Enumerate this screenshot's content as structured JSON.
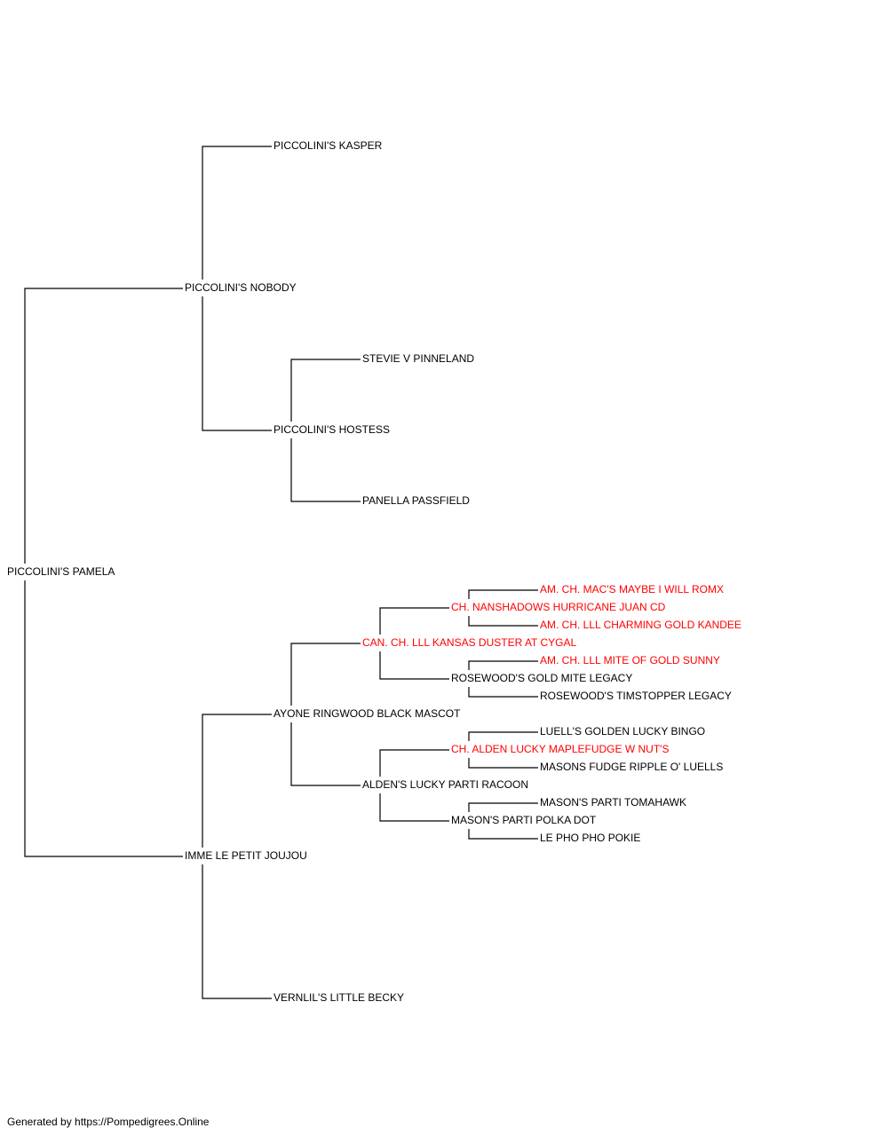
{
  "colors": {
    "normal": "#000000",
    "champion": "#ff0000",
    "line": "#000000"
  },
  "pedigree": {
    "name": "PICCOLINI'S PAMELA",
    "champion": false,
    "sire": {
      "name": "PICCOLINI'S NOBODY",
      "champion": false,
      "sire": {
        "name": "PICCOLINI'S KASPER",
        "champion": false
      },
      "dam": {
        "name": "PICCOLINI'S HOSTESS",
        "champion": false,
        "sire": {
          "name": "STEVIE V PINNELAND",
          "champion": false
        },
        "dam": {
          "name": "PANELLA PASSFIELD",
          "champion": false
        }
      }
    },
    "dam": {
      "name": "IMME LE PETIT JOUJOU",
      "champion": false,
      "sire": {
        "name": "AYONE RINGWOOD BLACK MASCOT",
        "champion": false,
        "sire": {
          "name": "CAN. CH. LLL KANSAS DUSTER AT CYGAL",
          "champion": true,
          "sire": {
            "name": "CH. NANSHADOWS HURRICANE JUAN CD",
            "champion": true,
            "sire": {
              "name": "AM. CH. MAC'S MAYBE I WILL ROMX",
              "champion": true
            },
            "dam": {
              "name": "AM. CH. LLL CHARMING GOLD KANDEE",
              "champion": true
            }
          },
          "dam": {
            "name": "ROSEWOOD'S GOLD MITE LEGACY",
            "champion": false,
            "sire": {
              "name": "AM. CH. LLL MITE OF GOLD SUNNY",
              "champion": true
            },
            "dam": {
              "name": "ROSEWOOD'S TIMSTOPPER LEGACY",
              "champion": false
            }
          }
        },
        "dam": {
          "name": "ALDEN'S LUCKY PARTI RACOON",
          "champion": false,
          "sire": {
            "name": "CH. ALDEN LUCKY MAPLEFUDGE W NUT'S",
            "champion": true,
            "sire": {
              "name": "LUELL'S GOLDEN LUCKY BINGO",
              "champion": false
            },
            "dam": {
              "name": "MASONS FUDGE RIPPLE O' LUELLS",
              "champion": false
            }
          },
          "dam": {
            "name": "MASON'S PARTI POLKA DOT",
            "champion": false,
            "sire": {
              "name": "MASON'S PARTI TOMAHAWK",
              "champion": false
            },
            "dam": {
              "name": "LE PHO PHO POKIE",
              "champion": false
            }
          }
        }
      },
      "dam": {
        "name": "VERNLIL'S LITTLE BECKY",
        "champion": false
      }
    }
  },
  "footer": "Generated by https://Pompedigrees.Online"
}
